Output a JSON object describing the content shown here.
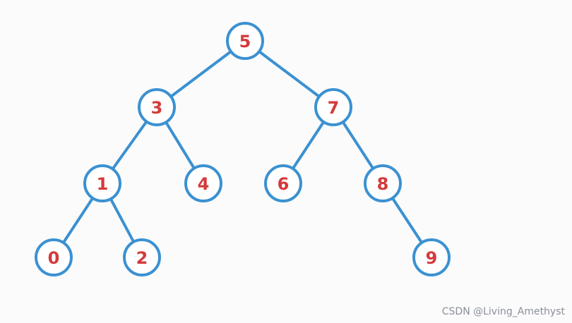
{
  "tree": {
    "nodes": [
      {
        "id": "n5",
        "label": "5"
      },
      {
        "id": "n3",
        "label": "3"
      },
      {
        "id": "n7",
        "label": "7"
      },
      {
        "id": "n1",
        "label": "1"
      },
      {
        "id": "n4",
        "label": "4"
      },
      {
        "id": "n6",
        "label": "6"
      },
      {
        "id": "n8",
        "label": "8"
      },
      {
        "id": "n0",
        "label": "0"
      },
      {
        "id": "n2",
        "label": "2"
      },
      {
        "id": "n9",
        "label": "9"
      }
    ],
    "edges": [
      [
        "n5",
        "n3"
      ],
      [
        "n5",
        "n7"
      ],
      [
        "n3",
        "n1"
      ],
      [
        "n3",
        "n4"
      ],
      [
        "n7",
        "n6"
      ],
      [
        "n7",
        "n8"
      ],
      [
        "n1",
        "n0"
      ],
      [
        "n1",
        "n2"
      ],
      [
        "n8",
        "n9"
      ]
    ]
  },
  "colors": {
    "edge": "#3b91d1",
    "node_border": "#3b91d1",
    "node_label": "#d43a3a",
    "background": "#fbfbfc",
    "watermark": "#8a8f99"
  },
  "watermark": {
    "text": "CSDN @Living_Amethyst"
  }
}
